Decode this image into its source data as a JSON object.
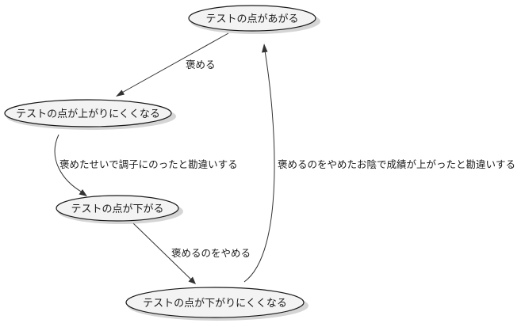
{
  "nodes": {
    "score_up": "テストの点があがる",
    "hard_to_rise": "テストの点が上がりにくくなる",
    "score_down": "テストの点が下がる",
    "hard_to_fall": "テストの点が下がりにくくなる"
  },
  "edges": {
    "praise": "褒める",
    "praise_conceit": "褒めたせいで調子にのったと勘違いする",
    "stop_praising": "褒めるのをやめる",
    "stop_praising_success": "褒めるのをやめたお陰で成績が上がったと勘違いする"
  }
}
